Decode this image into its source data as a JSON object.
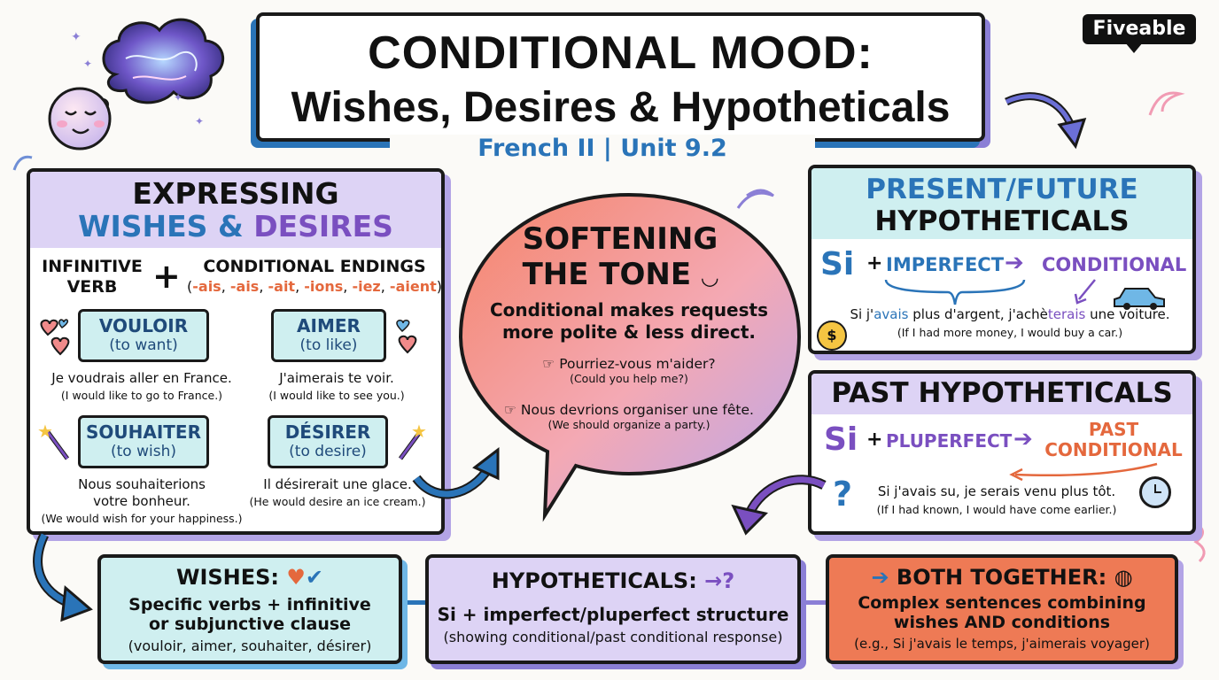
{
  "brand": "Fiveable",
  "title": {
    "line1": "CONDITIONAL MOOD:",
    "line2": "Wishes, Desires & Hypotheticals",
    "subtitle": "French II | Unit 9.2"
  },
  "wishes_panel": {
    "heading1": "EXPRESSING",
    "heading2a": "WISHES",
    "heading2b": "&",
    "heading2c": "DESIRES",
    "infinitive_label": "INFINITIVE\nVERB",
    "plus": "+",
    "endings_label": "CONDITIONAL ENDINGS",
    "endings": [
      "-ais",
      "-ais",
      "-ait",
      "-ions",
      "-iez",
      "-aient"
    ],
    "verbs": [
      {
        "name": "VOULOIR",
        "meaning": "(to want)",
        "example": "Je voudrais aller en France.",
        "translation": "(I would like to go to France.)"
      },
      {
        "name": "AIMER",
        "meaning": "(to like)",
        "example": "J'aimerais te voir.",
        "translation": "(I would like to see you.)"
      },
      {
        "name": "SOUHAITER",
        "meaning": "(to wish)",
        "example": "Nous souhaiterions votre bonheur.",
        "translation": "(We would wish for your happiness.)"
      },
      {
        "name": "DÉSIRER",
        "meaning": "(to desire)",
        "example": "Il désirerait une glace.",
        "translation": "(He would desire an ice cream.)"
      }
    ]
  },
  "softening": {
    "title1": "SOFTENING",
    "title2": "THE TONE",
    "desc": "Conditional makes requests more polite & less direct.",
    "examples": [
      {
        "fr": "Pourriez-vous m'aider?",
        "en": "(Could you help me?)"
      },
      {
        "fr": "Nous devrions organiser une fête.",
        "en": "(We should organize a party.)"
      }
    ]
  },
  "present_panel": {
    "title1": "PRESENT/FUTURE",
    "title2": "HYPOTHETICALS",
    "si": "Si",
    "plus": "+",
    "tense1": "IMPERFECT",
    "tense2": "CONDITIONAL",
    "ex_part1": "Si j'",
    "ex_hl1": "avais",
    "ex_part2": " plus d'argent, j'achè",
    "ex_hl2": "terais",
    "ex_part3": " une voiture.",
    "translation": "(If I had more money, I would buy a car.)"
  },
  "past_panel": {
    "title": "PAST HYPOTHETICALS",
    "si": "Si",
    "plus": "+",
    "tense1": "PLUPERFECT",
    "tense2a": "PAST",
    "tense2b": "CONDITIONAL",
    "example": "Si j'avais su, je serais venu plus tôt.",
    "translation": "(If I had known, I would have come earlier.)"
  },
  "bottom": {
    "wishes": {
      "title": "WISHES:",
      "line1": "Specific verbs + infinitive",
      "line2": "or subjunctive clause",
      "line3": "(vouloir, aimer, souhaiter, désirer)"
    },
    "hypotheticals": {
      "title": "HYPOTHETICALS:",
      "line1": "Si + imperfect/pluperfect structure",
      "line2": "(showing conditional/past conditional response)"
    },
    "both": {
      "title": "BOTH TOGETHER:",
      "line1": "Complex sentences combining",
      "line2": "wishes AND conditions",
      "line3": "(e.g., Si j'avais le temps, j'aimerais voyager)"
    }
  },
  "colors": {
    "blue": "#2a74b8",
    "purple": "#7a4fc0",
    "orange": "#e4683d",
    "teal_bg": "#cfeff0",
    "lavender_bg": "#ddd3f5",
    "coral_bg": "#ee7a55"
  }
}
